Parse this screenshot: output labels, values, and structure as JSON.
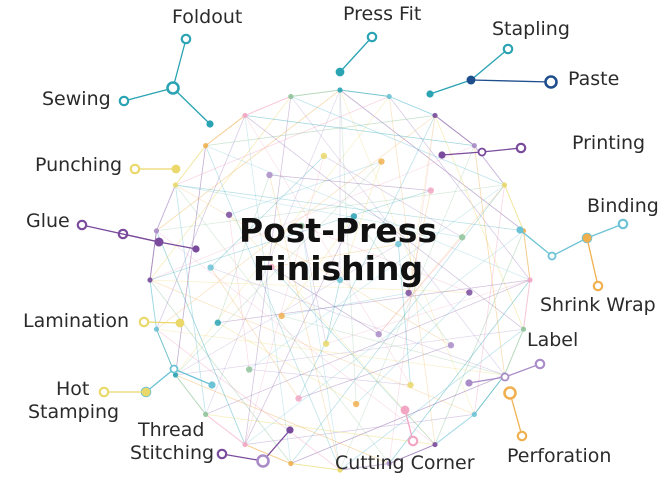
{
  "title": {
    "line1": "Post-Press",
    "line2": "Finishing"
  },
  "labels": {
    "foldout": "Foldout",
    "press_fit": "Press Fit",
    "stapling": "Stapling",
    "paste": "Paste",
    "sewing": "Sewing",
    "printing": "Printing",
    "punching": "Punching",
    "binding": "Binding",
    "glue": "Glue",
    "shrink_wrap": "Shrink Wrap",
    "lamination": "Lamination",
    "label": "Label",
    "hot_stamping_1": "Hot",
    "hot_stamping_2": "Stamping",
    "thread_stitching_1": "Thread",
    "thread_stitching_2": "Stitching",
    "cutting_corner": "Cutting Corner",
    "perforation": "Perforation"
  },
  "colors": {
    "teal": "#2aa3b3",
    "cyan": "#6cc3d5",
    "purple": "#7a4b9c",
    "lavender": "#a98cc8",
    "yellow": "#ead86a",
    "orange": "#f0b050",
    "pink": "#f2a6c4",
    "green": "#8fc39a",
    "navy": "#1f4e8c",
    "gray": "#8a8a8a"
  }
}
